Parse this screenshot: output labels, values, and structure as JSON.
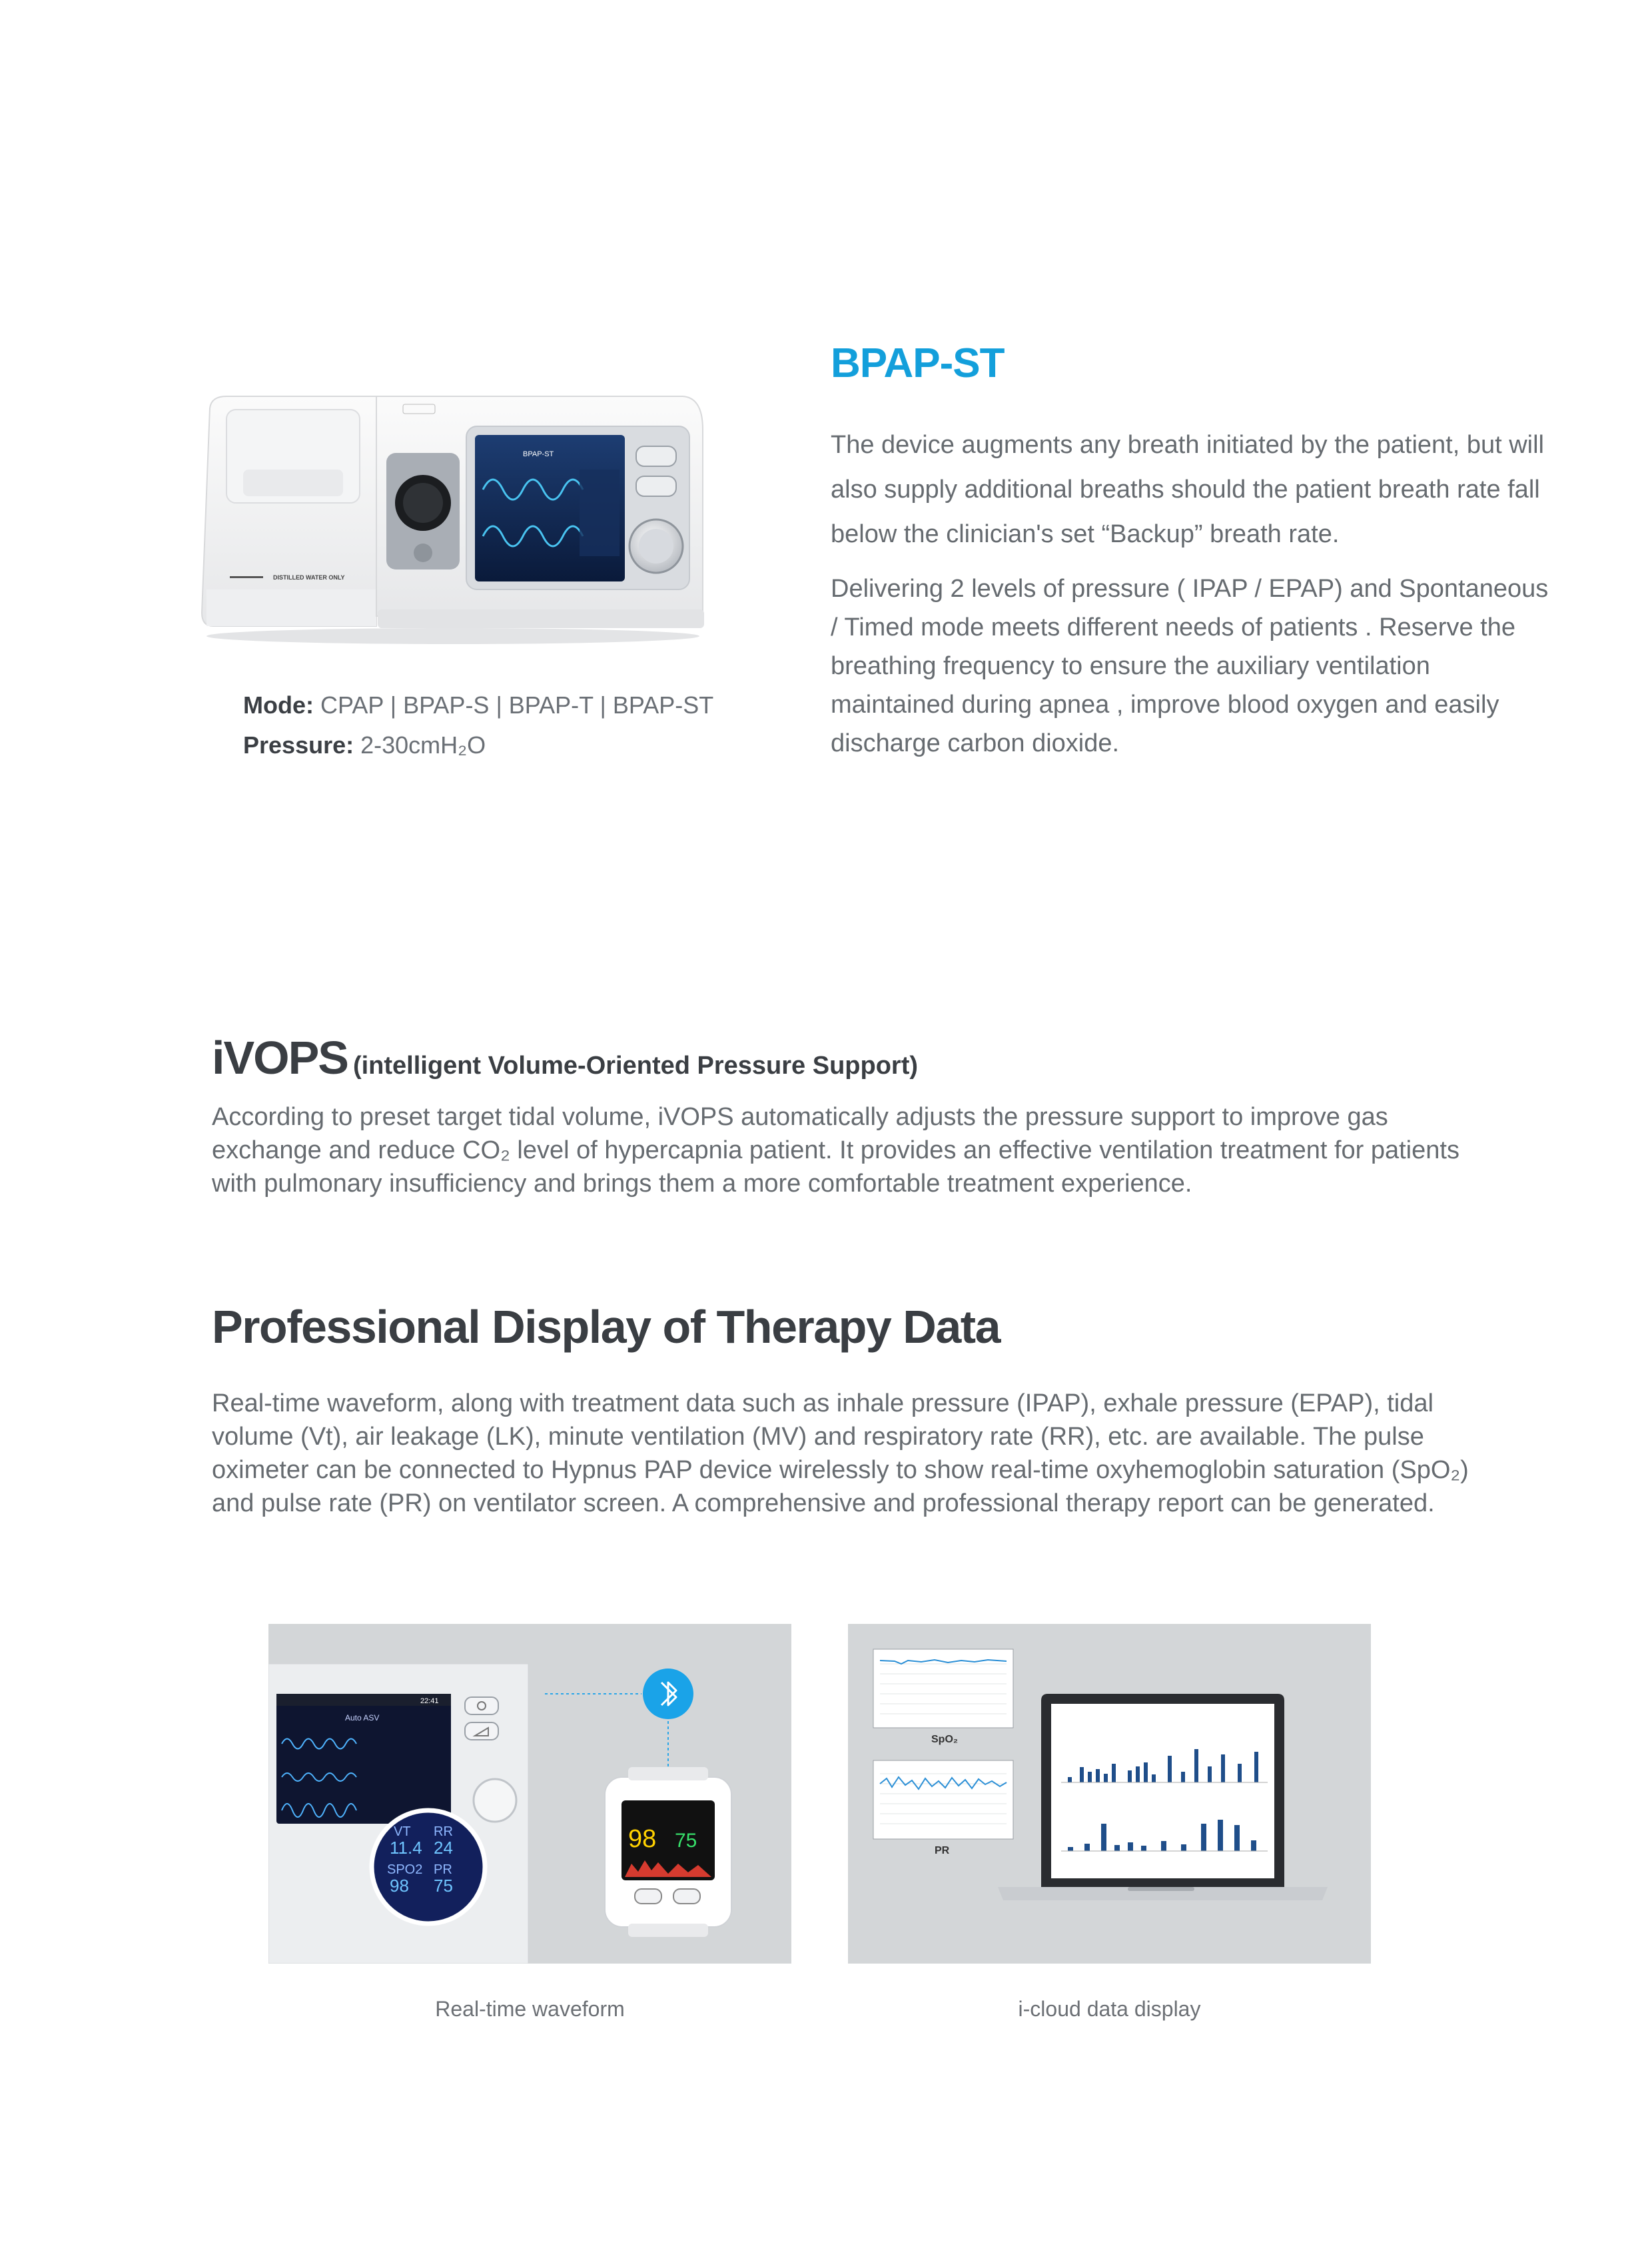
{
  "bpap": {
    "title": "BPAP-ST",
    "paragraph1": "The device augments any breath initiated by the patient, but will also supply additional breaths should the patient breath rate fall below the clinician's set “Backup” breath rate.",
    "paragraph2": "Delivering 2 levels of pressure ( IPAP / EPAP) and Spontaneous / Timed mode meets different needs of patients . Reserve the breathing frequency to ensure the auxiliary ventilation maintained during apnea , improve blood oxygen and easily discharge carbon dioxide."
  },
  "specs": {
    "mode_label": "Mode:",
    "mode_value": "CPAP | BPAP-S | BPAP-T | BPAP-ST",
    "pressure_label": "Pressure:",
    "pressure_value": "2-30cmH₂O"
  },
  "ivops": {
    "title": "iVOPS",
    "subtitle": "(intelligent Volume-Oriented Pressure Support)",
    "paragraph": "According to preset target tidal volume, iVOPS automatically adjusts the pressure support to improve gas exchange and reduce CO₂ level of hypercapnia patient. It provides an effective ventilation treatment for patients with pulmonary insufficiency and brings them a more comfortable treatment experience."
  },
  "professional": {
    "title": "Professional Display of Therapy Data",
    "paragraph": "Real-time waveform, along with treatment data such as inhale pressure (IPAP), exhale pressure (EPAP), tidal volume (Vt), air leakage (LK), minute ventilation (MV) and respiratory rate (RR), etc. are available. The pulse oximeter can be connected to Hypnus PAP device wirelessly to show real-time oxyhemoglobin saturation (SpO₂) and pulse rate (PR) on ventilator screen. A comprehensive and professional therapy report can be generated."
  },
  "device_labels": {
    "water": "DISTILLED WATER ONLY",
    "screen_mode": "BPAP-ST",
    "screen_asv": "Auto ASV",
    "status_time": "22:41",
    "zoom_vt_label": "VT",
    "zoom_vt_value": "11.4",
    "zoom_rr_label": "RR",
    "zoom_rr_value": "24",
    "zoom_spo2_label": "SPO2",
    "zoom_spo2_value": "98",
    "zoom_pr_label": "PR",
    "zoom_pr_value": "75",
    "oxi_spo2": "98",
    "oxi_pr": "75",
    "chart_spo2_label": "SpO₂",
    "chart_pr_label": "PR"
  },
  "captions": {
    "left": "Real-time waveform",
    "right": "i-cloud data display"
  },
  "colors": {
    "accent_blue": "#139fdb",
    "heading_dark": "#3a3e43",
    "body_text": "#666b70",
    "panel_bg": "#d3d6d8"
  },
  "icons": [
    "bluetooth-icon",
    "power-icon",
    "settings-icon"
  ]
}
